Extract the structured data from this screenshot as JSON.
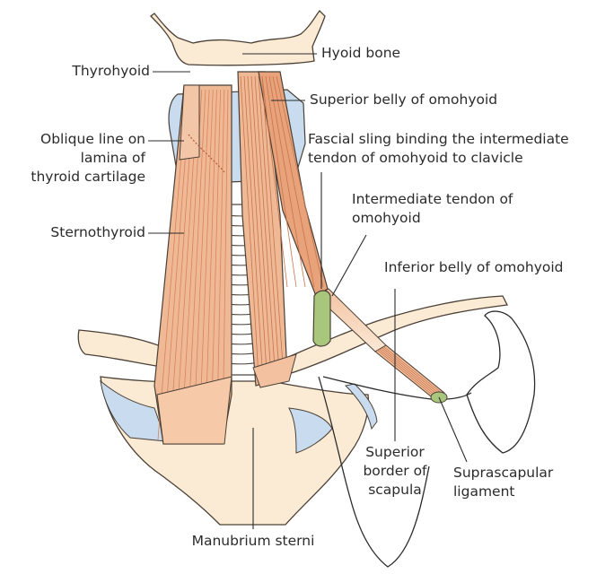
{
  "colors": {
    "bone": "#fcebd4",
    "bone_stroke": "#4a4036",
    "cartilage": "#c9dcef",
    "muscle": "#f0b996",
    "muscle_dark": "#d9835a",
    "fascia": "#a9c77c",
    "line": "#2b2b2b"
  },
  "labels": {
    "hyoid_bone": "Hyoid bone",
    "thyrohyoid": "Thyrohyoid",
    "superior_belly": "Superior belly of omohyoid",
    "oblique_line_1": "Oblique line on",
    "oblique_line_2": "lamina of",
    "oblique_line_3": "thyroid cartilage",
    "fascial_sling_1": "Fascial sling binding the intermediate",
    "fascial_sling_2": "tendon of omohyoid to clavicle",
    "intermediate_tendon_1": "Intermediate tendon of",
    "intermediate_tendon_2": "omohyoid",
    "sternothyroid": "Sternothyroid",
    "inferior_belly": "Inferior belly of omohyoid",
    "superior_border_1": "Superior",
    "superior_border_2": "border of",
    "superior_border_3": "scapula",
    "suprascapular_1": "Suprascapular",
    "suprascapular_2": "ligament",
    "manubrium": "Manubrium sterni"
  }
}
